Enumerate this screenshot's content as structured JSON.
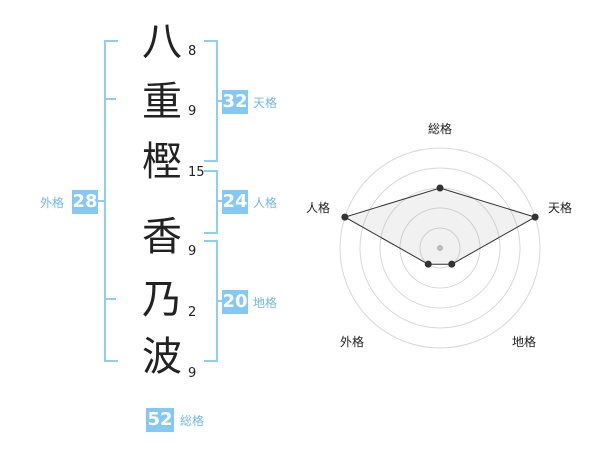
{
  "name": {
    "characters": [
      {
        "char": "八",
        "strokes": "8"
      },
      {
        "char": "重",
        "strokes": "9"
      },
      {
        "char": "樫",
        "strokes": "15"
      },
      {
        "char": "香",
        "strokes": "9"
      },
      {
        "char": "乃",
        "strokes": "2"
      },
      {
        "char": "波",
        "strokes": "9"
      }
    ]
  },
  "grids": {
    "tenkaku": {
      "label": "天格",
      "value": "32"
    },
    "jinkaku": {
      "label": "人格",
      "value": "24"
    },
    "chikaku": {
      "label": "地格",
      "value": "20"
    },
    "gaikaku": {
      "label": "外格",
      "value": "28"
    },
    "soukaku": {
      "label": "総格",
      "value": "52"
    }
  },
  "colors": {
    "accent": "#84c8f3",
    "bracket": "#8fcdf2",
    "label": "#73b8eb"
  },
  "chart_data": {
    "type": "radar",
    "axes": [
      "総格",
      "天格",
      "地格",
      "外格",
      "人格"
    ],
    "values": [
      3,
      5,
      1,
      1,
      5
    ],
    "max": 5,
    "grid_rings": 5
  }
}
